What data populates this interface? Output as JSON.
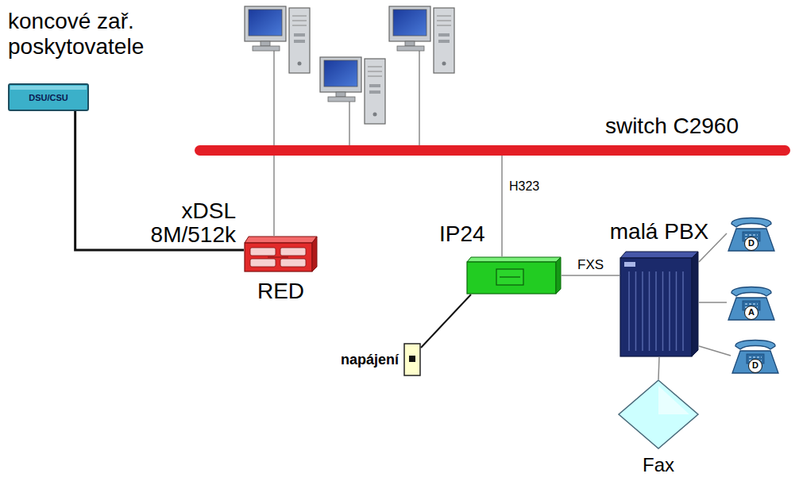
{
  "diagram": {
    "nodes": [
      {
        "text": [
          "koncové zař. poskytovatele",
          "DSU/CSU"
        ]
      },
      {
        "text": [
          "switch C2960"
        ]
      },
      {
        "text": [
          "RED"
        ]
      },
      {
        "text": [
          "IP24"
        ]
      },
      {
        "text": [
          "napájení"
        ]
      },
      {
        "text": [
          "malá PBX"
        ]
      },
      {
        "text": [
          "D"
        ]
      },
      {
        "text": [
          "A"
        ]
      },
      {
        "text": [
          "D"
        ]
      },
      {
        "text": [
          "Fax"
        ]
      }
    ],
    "edges": [
      {
        "from": 0,
        "to": 2,
        "arrow": "none",
        "label": "xDSL 8M/512k"
      },
      {
        "from": 1,
        "to": 2,
        "arrow": "none"
      },
      {
        "from": 1,
        "to": 3,
        "arrow": "none",
        "label": "H323"
      },
      {
        "from": 3,
        "to": 5,
        "arrow": "none",
        "label": "FXS"
      },
      {
        "from": 4,
        "to": 3,
        "arrow": "none"
      },
      {
        "from": 5,
        "to": 6,
        "arrow": "none"
      },
      {
        "from": 5,
        "to": 7,
        "arrow": "none"
      },
      {
        "from": 5,
        "to": 8,
        "arrow": "none"
      },
      {
        "from": 5,
        "to": 9,
        "arrow": "none"
      }
    ]
  }
}
